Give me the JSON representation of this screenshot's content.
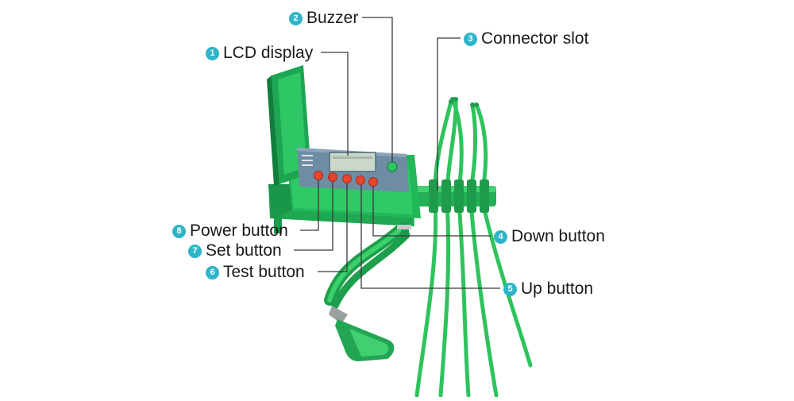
{
  "colors": {
    "badge": "#2fb5c9",
    "device_green": "#1fb75a",
    "device_dark": "#128f43",
    "hose_green": "#2ec35d",
    "button_red": "#e8442d",
    "panel": "#6c8aa1",
    "lcd": "#c9d6c8",
    "leader_line": "#3a3a3a"
  },
  "callouts": [
    {
      "number": "1",
      "label": "LCD display"
    },
    {
      "number": "2",
      "label": "Buzzer"
    },
    {
      "number": "3",
      "label": "Connector slot"
    },
    {
      "number": "4",
      "label": "Down button"
    },
    {
      "number": "5",
      "label": "Up button"
    },
    {
      "number": "6",
      "label": "Test button"
    },
    {
      "number": "7",
      "label": "Set button"
    },
    {
      "number": "8",
      "label": "Power button"
    }
  ]
}
